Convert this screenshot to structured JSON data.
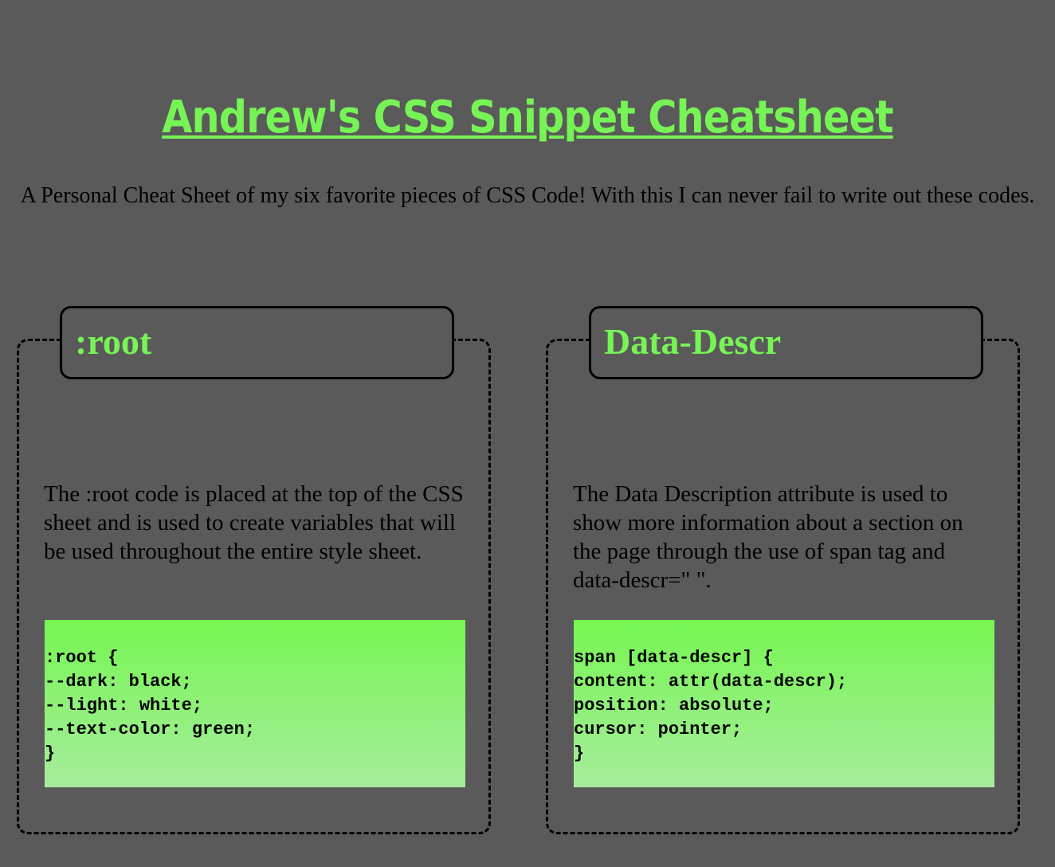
{
  "header": {
    "title": "Andrew's CSS Snippet Cheatsheet",
    "intro": "A Personal Cheat Sheet of my six favorite pieces of CSS Code! With this I can never fail to write out these codes."
  },
  "colors": {
    "background": "#5a5a5a",
    "accent": "#77f455",
    "code_gradient_top": "#76f652",
    "code_gradient_bottom": "#a6ec9c"
  },
  "cards": [
    {
      "label": ":root",
      "description": "The :root code is placed at the top of the CSS sheet and is used to create variables that will be used throughout the entire style sheet.",
      "code": [
        ":root {",
        "--dark: black;",
        "--light: white;",
        "--text-color: green;",
        "}"
      ]
    },
    {
      "label": "Data-Descr",
      "description": "The Data Description attribute is used to show more information about a section on the page through the use of span tag and data-descr=\" \".",
      "code": [
        "span [data-descr] {",
        "content: attr(data-descr);",
        "position: absolute;",
        "cursor: pointer;",
        "}"
      ]
    }
  ]
}
